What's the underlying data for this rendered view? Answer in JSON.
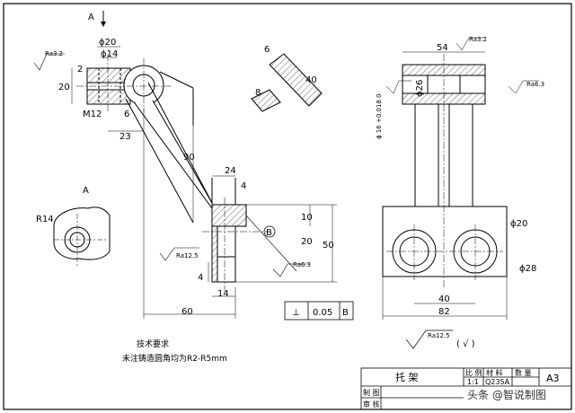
{
  "view_labels": {
    "view_a_top": "A",
    "view_a_local": "A",
    "section_b": "B"
  },
  "dimensions": {
    "top_phi20": "ϕ20",
    "top_phi14": "ϕ14",
    "m12": "M12",
    "d20": "20",
    "d2": "2",
    "d6_left": "6",
    "d23": "23",
    "d90": "90",
    "d24": "24",
    "d4": "4",
    "d20_mid": "20",
    "d10": "10",
    "d50": "50",
    "d60": "60",
    "d14": "14",
    "d4_small": "4",
    "r14": "R14",
    "d6_top": "6",
    "d8": "8",
    "d40_rib": "40",
    "d54": "54",
    "phi26": "ϕ26",
    "phi16": "ϕ 16 +0.018 0",
    "d40": "40",
    "d82": "82",
    "phi20_right": "ϕ20",
    "phi28": "ϕ28"
  },
  "roughness": {
    "ra32_left": "Ra3.2",
    "ra32_right": "Ra3.2",
    "ra63_right": "Ra6.3",
    "ra125_mid": "Ra12.5",
    "ra63_mid": "Ra6.3",
    "ra125_bottom": "Ra12.5",
    "ra125_paren": "( √ )"
  },
  "tolerance": {
    "perp_symbol": "⊥",
    "value": "0.05",
    "datum": "B"
  },
  "notes": {
    "title": "技术要求",
    "line1": "未注铸造圆角均为R2-R5mm"
  },
  "title_block": {
    "part_name": "托  架",
    "scale_header": "比 例",
    "material_header": "材 料",
    "quantity_header": "数 量",
    "scale_value": "1:1",
    "material_value": "Q235A",
    "sheet_size": "A3",
    "drawn_by": "制 图",
    "checked_by": "审 核"
  },
  "watermark": "头条 @智说制图"
}
